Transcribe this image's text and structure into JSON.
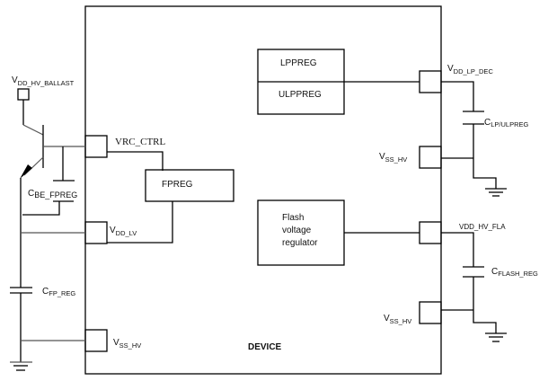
{
  "device": {
    "label": "DEVICE"
  },
  "blocks": {
    "lpp": {
      "top": "LPPREG",
      "bottom": "ULPPREG"
    },
    "fpreg": "FPREG",
    "flash": {
      "lines": [
        "Flash",
        "voltage",
        "regulator"
      ]
    }
  },
  "pins": {
    "vrc_ctrl": "VRC_CTRL",
    "vdd_lv": {
      "main": "V",
      "sub": "DD_LV"
    },
    "vss_hv_left": {
      "main": "V",
      "sub": "SS_HV"
    },
    "vdd_lp_dec": {
      "main": "V",
      "sub": "DD_LP_DEC"
    },
    "vss_hv_right_top": {
      "main": "V",
      "sub": "SS_HV"
    },
    "vdd_hv_fla": "VDD_HV_FLA",
    "vss_hv_right_bottom": {
      "main": "V",
      "sub": "SS_HV"
    }
  },
  "external": {
    "vdd_hv_ballast": {
      "main": "V",
      "sub": "DD_HV_BALLAST"
    },
    "c_be_fpreg": {
      "main": "C",
      "sub": "BE_FPREG"
    },
    "c_fp_reg": {
      "main": "C",
      "sub": "FP_REG"
    },
    "c_lp_ulpreg": {
      "main": "C",
      "sub": "LP/ULPREG"
    },
    "c_flash_reg": {
      "main": "C",
      "sub": "FLASH_REG"
    }
  },
  "icons": {
    "transistor": "npn-transistor-icon",
    "ground": "ground-icon",
    "capacitor": "capacitor-icon"
  }
}
